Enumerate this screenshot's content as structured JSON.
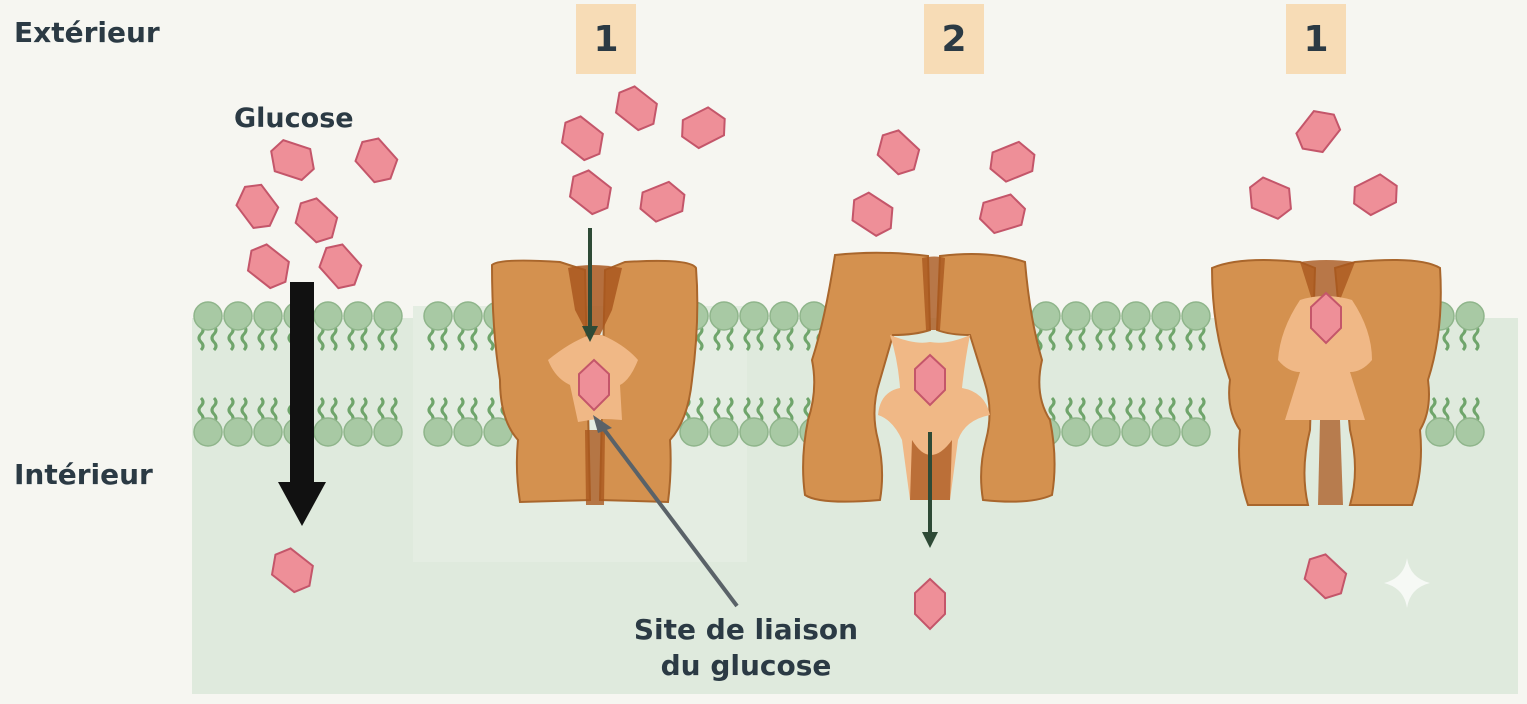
{
  "labels": {
    "outside": "Extérieur",
    "inside": "Intérieur",
    "glucose": "Glucose",
    "binding_site_line1": "Site de liaison",
    "binding_site_line2": "du glucose"
  },
  "steps": [
    "1",
    "2",
    "1"
  ],
  "colors": {
    "background": "#f6f6f1",
    "cytoplasm": "#dfeadd",
    "lipid_head": "#a8c9a4",
    "lipid_tail": "#6fa56b",
    "protein": "#d4914f",
    "protein_channel": "#a9571e",
    "binding_pocket": "#f0b886",
    "glucose": "#ee8f98",
    "glucose_stroke": "#c4566a",
    "arrow_dark": "#2e4a36",
    "step_box": "#f7dcb6",
    "text": "#2b3a44"
  }
}
